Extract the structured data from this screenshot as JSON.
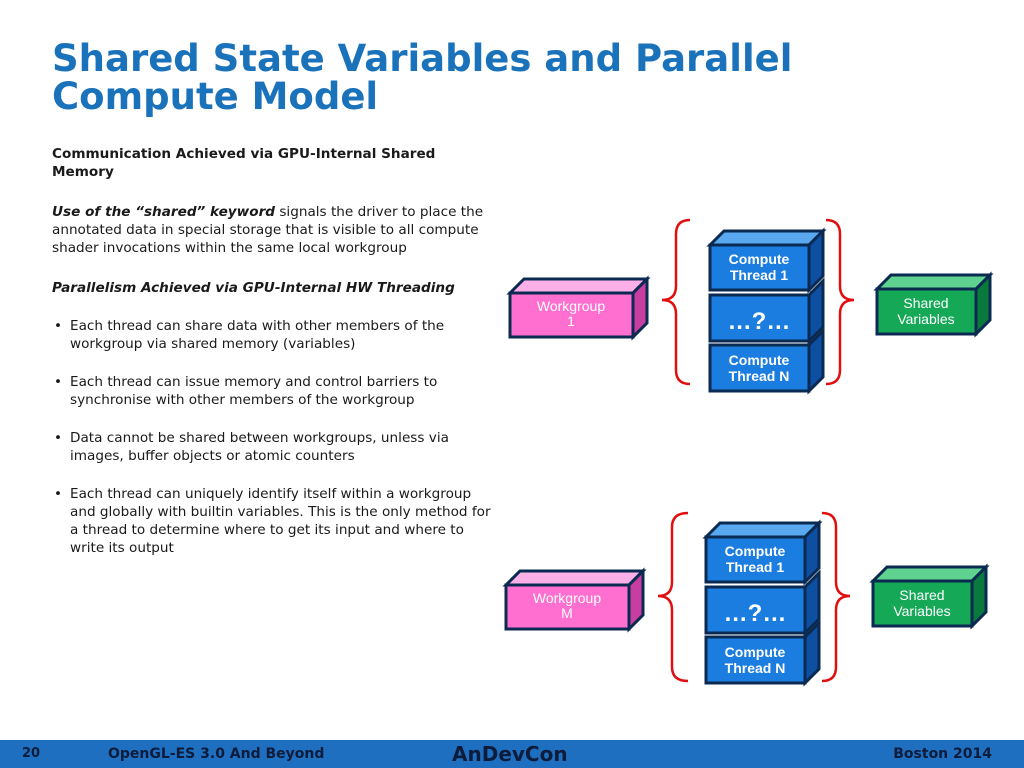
{
  "slide": {
    "title_line1": "Shared State Variables and Parallel",
    "title_line2": "Compute Model"
  },
  "content": {
    "subheading": "Communication Achieved via GPU-Internal Shared Memory",
    "p1_emph": "Use of the “shared”  keyword",
    "p1_rest": " signals the driver to place the annotated data in special storage that is visible to all compute shader invocations within the same local workgroup",
    "p2_emph": "Parallelism Achieved via GPU-Internal HW Threading",
    "bullets": [
      "Each thread can share data with other members of the workgroup via shared memory (variables)",
      "Each thread can issue memory and control barriers to synchronise with other members of the workgroup",
      "Data cannot be shared between workgroups, unless via images, buffer objects or atomic counters",
      "Each thread can uniquely identify itself within a workgroup and globally with builtin variables. This is the only method for a thread to determine where to get its input and where to write its output"
    ],
    "bullet_glyph": "•"
  },
  "diagram": {
    "groups": [
      {
        "workgroup_line1": "Workgroup",
        "workgroup_line2": "1",
        "thread_top_line1": "Compute",
        "thread_top_line2": "Thread 1",
        "thread_mid": "…?…",
        "thread_bot_line1": "Compute",
        "thread_bot_line2": "Thread N",
        "shared_line1": "Shared",
        "shared_line2": "Variables"
      },
      {
        "workgroup_line1": "Workgroup",
        "workgroup_line2": "M",
        "thread_top_line1": "Compute",
        "thread_top_line2": "Thread 1",
        "thread_mid": "…?…",
        "thread_bot_line1": "Compute",
        "thread_bot_line2": "Thread N",
        "shared_line1": "Shared",
        "shared_line2": "Variables"
      }
    ],
    "colors": {
      "workgroup_fill": "#ff6fd0",
      "thread_fill": "#1b7de0",
      "shared_fill": "#14a857",
      "brace": "#e01010",
      "outline": "#0b2a52"
    }
  },
  "footer": {
    "page_number": "20",
    "deck_title": "OpenGL-ES 3.0 And Beyond",
    "brand": "AnDevCon",
    "location": "Boston 2014"
  }
}
